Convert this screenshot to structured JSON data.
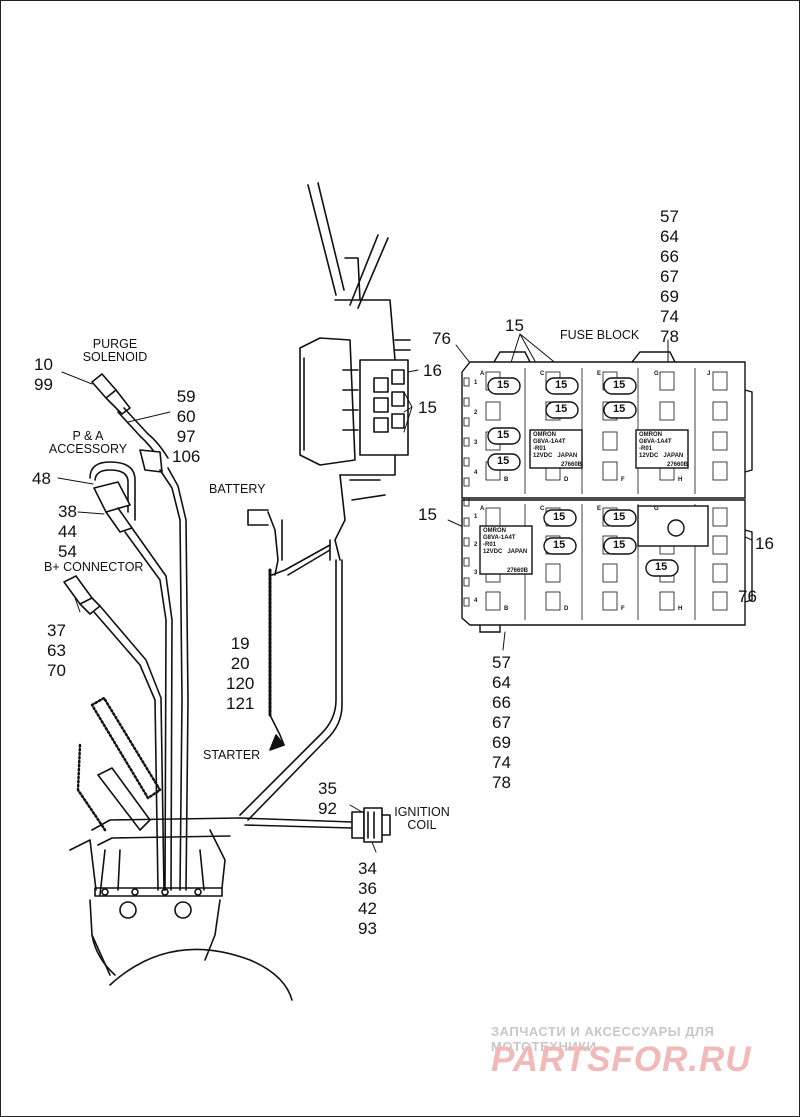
{
  "callouts": {
    "purge_solenoid": "PURGE\nSOLENOID",
    "purge_nums_left": [
      "10",
      "99"
    ],
    "purge_nums_right": [
      "59",
      "60",
      "97",
      "106"
    ],
    "pa_accessory": "P & A\nACCESSORY",
    "pa_num": "48",
    "pa_group": [
      "38",
      "44",
      "54"
    ],
    "b_connector": "B+ CONNECTOR",
    "b_group": [
      "37",
      "63",
      "70"
    ],
    "battery": "BATTERY",
    "starter": "STARTER",
    "starter_group": [
      "19",
      "20",
      "120",
      "121"
    ],
    "ignition_coil": "IGNITION\nCOIL",
    "ignition_top": [
      "35",
      "92"
    ],
    "ignition_bottom": [
      "34",
      "36",
      "42",
      "93"
    ],
    "fuse_block": "FUSE BLOCK",
    "fuse_block_top": [
      "57",
      "64",
      "66",
      "67",
      "69",
      "74",
      "78"
    ],
    "fuse_block_bottom": [
      "57",
      "64",
      "66",
      "67",
      "69",
      "74",
      "78"
    ],
    "num_16_a": "16",
    "num_15_a": "15",
    "num_15_top": "15",
    "num_76_top": "76",
    "num_15_left": "15",
    "num_16_b": "16",
    "num_76_right": "76"
  },
  "fuse_block": {
    "fuse_label": "15",
    "relay_label": "OMRON\nG8VA-1A4T\n-R01\n12VDC   JAPAN",
    "relay_code": "27660B",
    "cols_top": [
      "A",
      "C",
      "E",
      "G",
      "J"
    ],
    "cols_bottom": [
      "B",
      "D",
      "F",
      "H"
    ],
    "rows": [
      "1",
      "2",
      "3",
      "4"
    ]
  },
  "watermark": {
    "line1": "ЗАПЧАСТИ И АКСЕССУАРЫ ДЛЯ МОТОТЕХНИКИ",
    "line2": "PARTSFOR.RU"
  }
}
